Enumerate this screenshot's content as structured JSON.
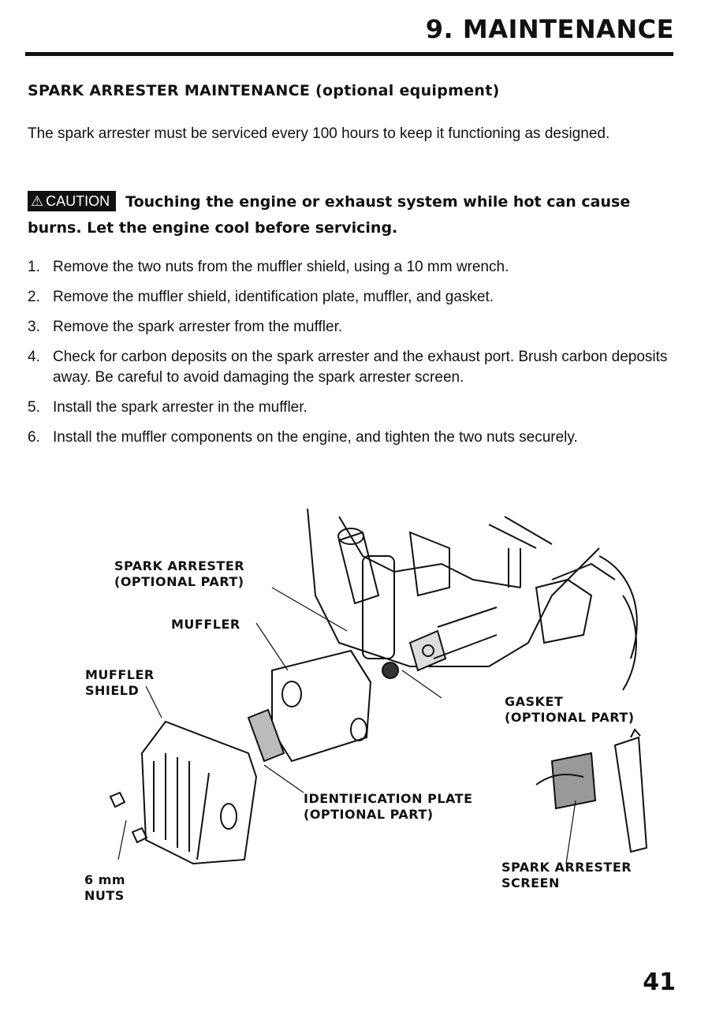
{
  "header": {
    "chapter_title": "9. MAINTENANCE"
  },
  "section": {
    "heading": "SPARK ARRESTER MAINTENANCE (optional equipment)",
    "intro": "The spark arrester must be serviced every 100 hours to keep it functioning as designed."
  },
  "caution": {
    "badge": "CAUTION",
    "badge_icon": "warning-triangle-icon",
    "text": "Touching the engine or exhaust system while hot can cause burns. Let the engine cool before servicing."
  },
  "steps": [
    {
      "num": "1.",
      "text": "Remove the two nuts from the muffler shield, using a 10 mm wrench."
    },
    {
      "num": "2.",
      "text": "Remove the muffler shield, identification plate, muffler, and gasket."
    },
    {
      "num": "3.",
      "text": "Remove the spark arrester from the muffler."
    },
    {
      "num": "4.",
      "text": "Check for carbon deposits on the spark arrester and the exhaust port. Brush carbon deposits away. Be careful to avoid damaging the spark arrester screen."
    },
    {
      "num": "5.",
      "text": "Install the spark arrester in the muffler."
    },
    {
      "num": "6.",
      "text": "Install the muffler components on the engine, and tighten the two nuts securely."
    }
  ],
  "figure": {
    "labels": {
      "spark_arrester": "SPARK ARRESTER\n(OPTIONAL PART)",
      "muffler": "MUFFLER",
      "muffler_shield": "MUFFLER\nSHIELD",
      "gasket": "GASKET\n(OPTIONAL PART)",
      "identification_plate": "IDENTIFICATION PLATE\n(OPTIONAL PART)",
      "nuts": "6 mm\nNUTS",
      "spark_arrester_screen": "SPARK ARRESTER\nSCREEN"
    }
  },
  "page_number": "41"
}
